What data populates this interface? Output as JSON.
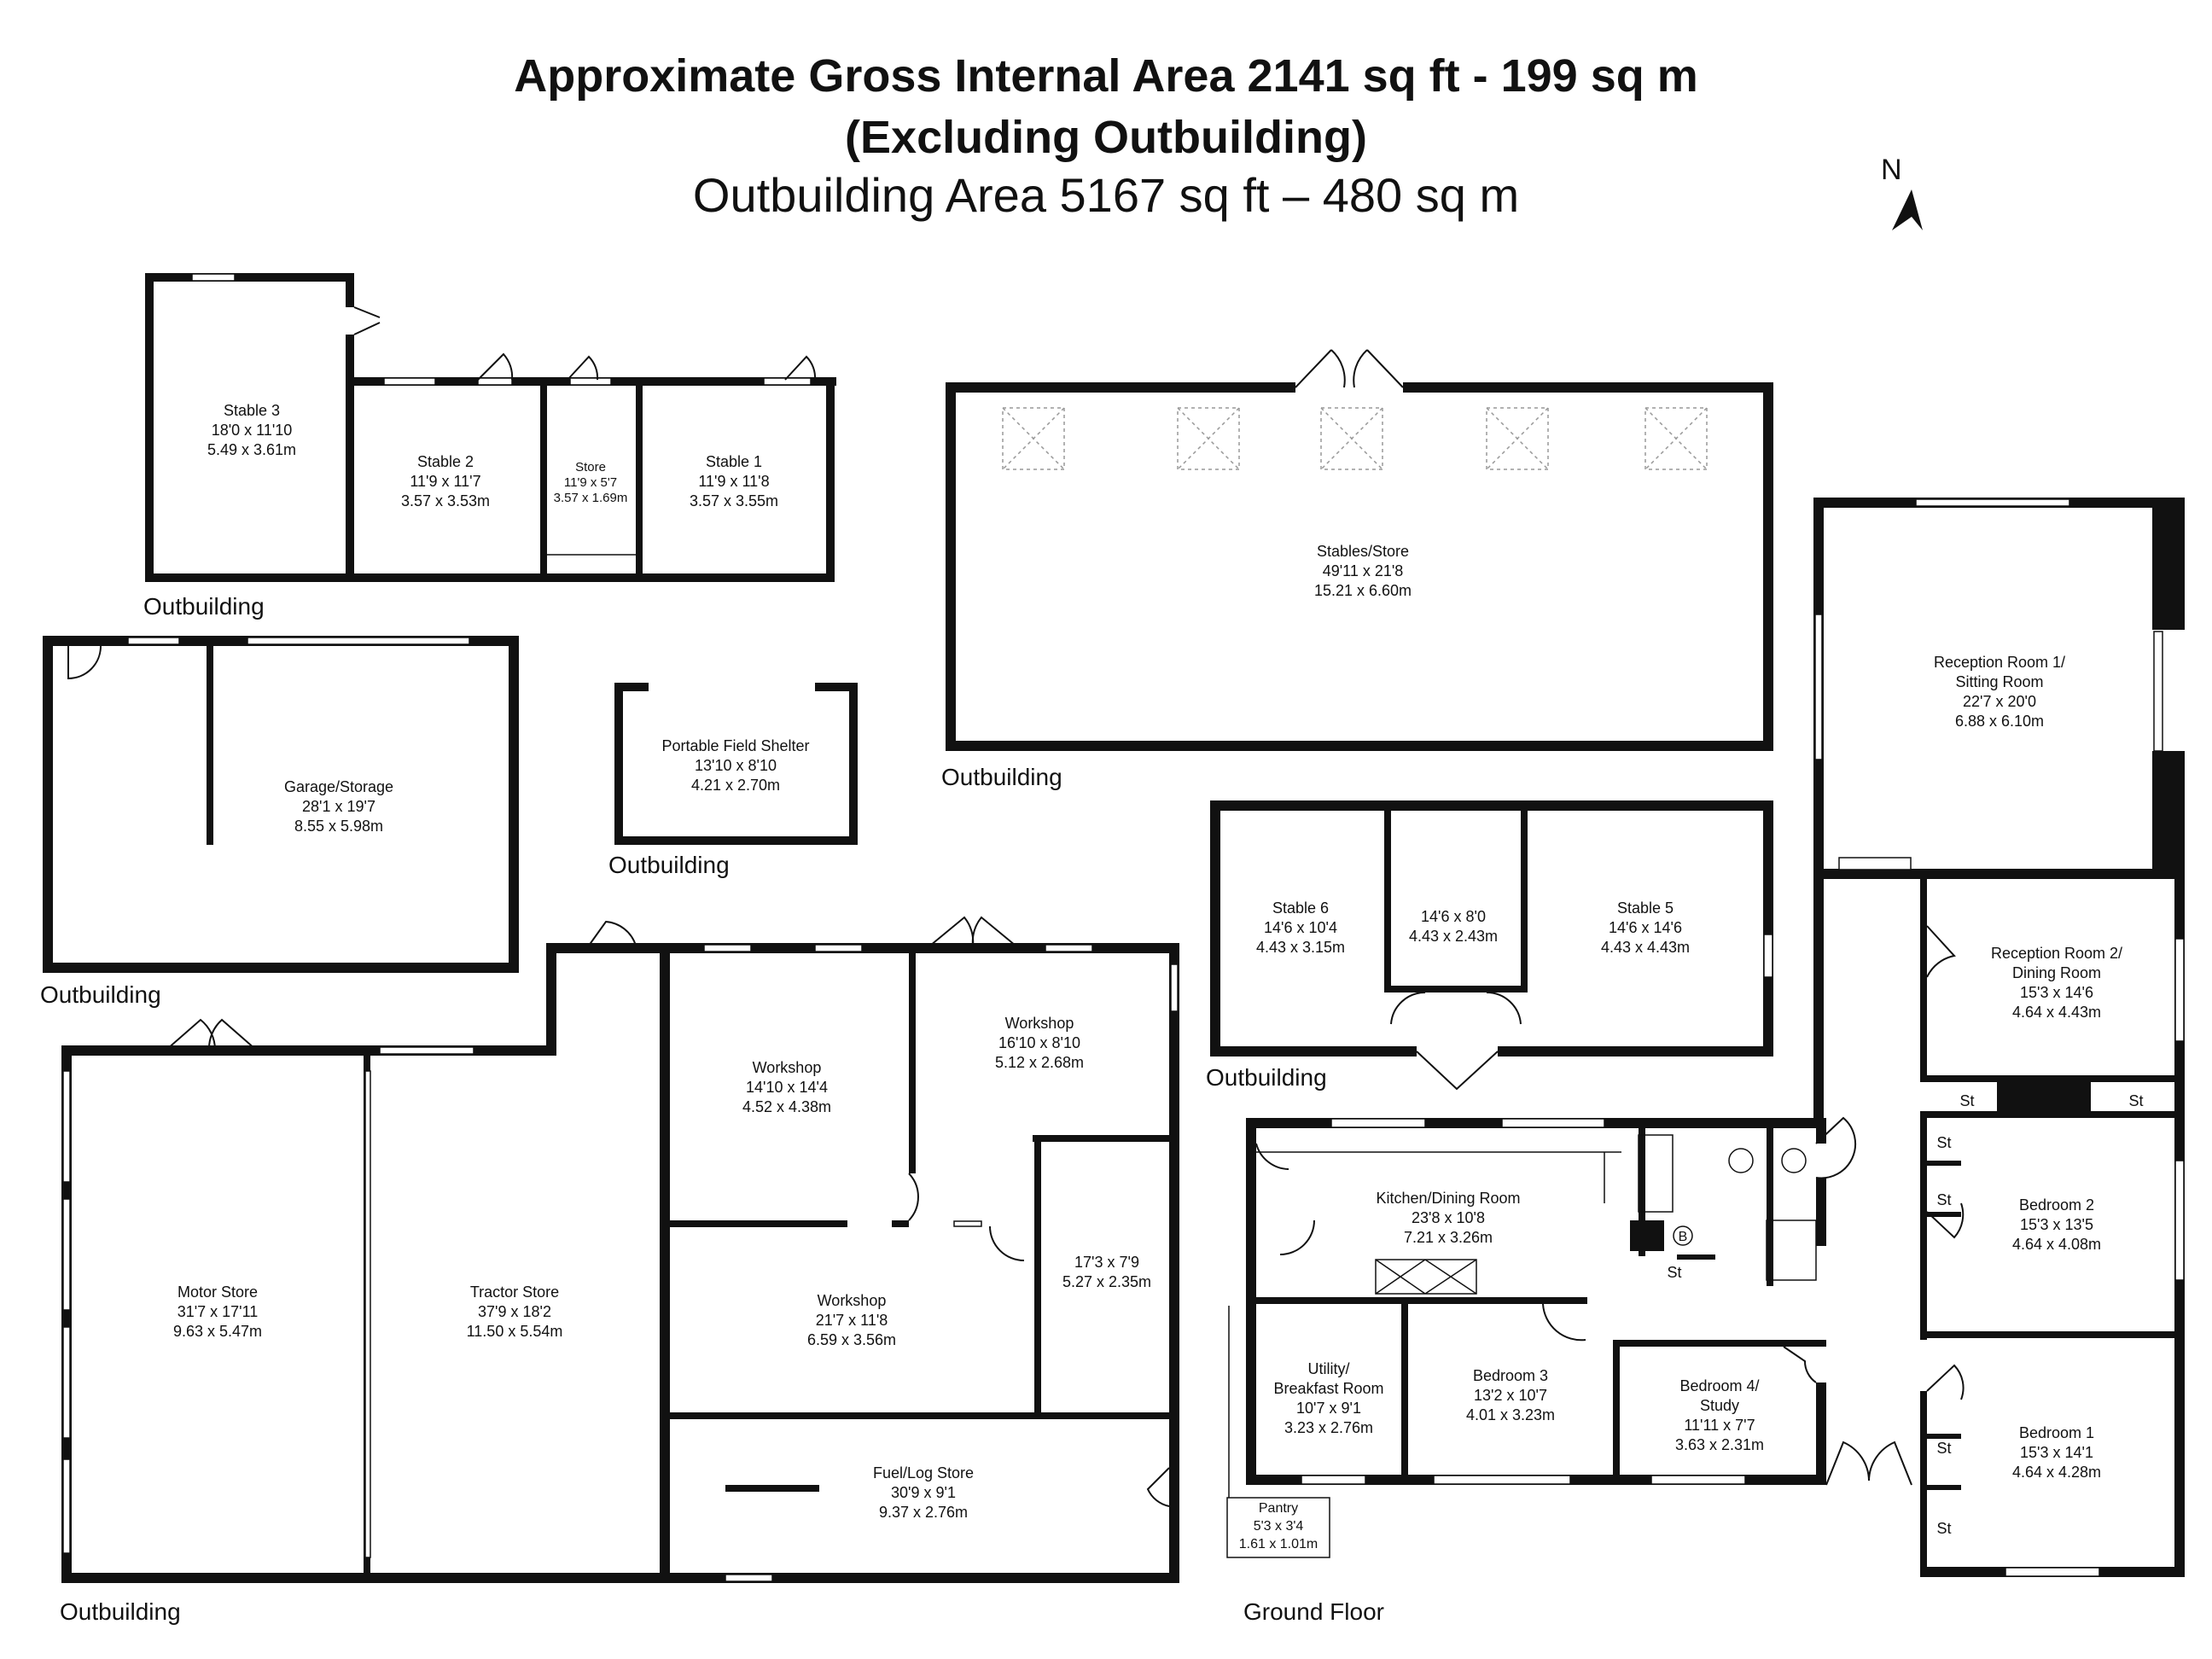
{
  "header": {
    "line1": "Approximate Gross Internal Area 2141 sq ft - 199 sq m",
    "line2": "(Excluding Outbuilding)",
    "line3": "Outbuilding Area 5167 sq ft – 480 sq m"
  },
  "compass": {
    "letter": "N",
    "icon": "north-arrow-icon"
  },
  "captions": {
    "outbuilding": "Outbuilding",
    "ground_floor": "Ground Floor"
  },
  "rooms": {
    "stable3": {
      "name": "Stable 3",
      "imperial": "18'0 x 11'10",
      "metric": "5.49 x 3.61m"
    },
    "stable2": {
      "name": "Stable 2",
      "imperial": "11'9 x 11'7",
      "metric": "3.57 x 3.53m"
    },
    "store_small": {
      "name": "Store",
      "imperial": "11'9 x 5'7",
      "metric": "3.57 x 1.69m"
    },
    "stable1": {
      "name": "Stable 1",
      "imperial": "11'9 x 11'8",
      "metric": "3.57 x 3.55m"
    },
    "stables_store": {
      "name": "Stables/Store",
      "imperial": "49'11 x 21'8",
      "metric": "15.21 x 6.60m"
    },
    "garage": {
      "name": "Garage/Storage",
      "imperial": "28'1 x 19'7",
      "metric": "8.55 x 5.98m"
    },
    "field_shelter": {
      "name": "Portable Field Shelter",
      "imperial": "13'10 x 8'10",
      "metric": "4.21 x 2.70m"
    },
    "stable6": {
      "name": "Stable 6",
      "imperial": "14'6 x 10'4",
      "metric": "4.43 x 3.15m"
    },
    "stable_mid": {
      "imperial": "14'6 x 8'0",
      "metric": "4.43 x 2.43m"
    },
    "stable5": {
      "name": "Stable 5",
      "imperial": "14'6 x 14'6",
      "metric": "4.43 x 4.43m"
    },
    "motor_store": {
      "name": "Motor Store",
      "imperial": "31'7 x 17'11",
      "metric": "9.63 x 5.47m"
    },
    "tractor_store": {
      "name": "Tractor Store",
      "imperial": "37'9 x 18'2",
      "metric": "11.50 x 5.54m"
    },
    "workshop_a": {
      "name": "Workshop",
      "imperial": "14'10 x 14'4",
      "metric": "4.52 x 4.38m"
    },
    "workshop_b": {
      "name": "Workshop",
      "imperial": "16'10 x 8'10",
      "metric": "5.12 x 2.68m"
    },
    "workshop_c": {
      "name": "Workshop",
      "imperial": "21'7 x 11'8",
      "metric": "6.59 x 3.56m"
    },
    "side_room": {
      "imperial": "17'3 x 7'9",
      "metric": "5.27 x 2.35m"
    },
    "fuel_store": {
      "name": "Fuel/Log Store",
      "imperial": "30'9 x 9'1",
      "metric": "9.37 x 2.76m"
    },
    "reception1": {
      "name": "Reception Room 1/",
      "name2": "Sitting Room",
      "imperial": "22'7 x 20'0",
      "metric": "6.88 x 6.10m"
    },
    "reception2": {
      "name": "Reception Room 2/",
      "name2": "Dining Room",
      "imperial": "15'3 x 14'6",
      "metric": "4.64 x 4.43m"
    },
    "kitchen": {
      "name": "Kitchen/Dining Room",
      "imperial": "23'8 x 10'8",
      "metric": "7.21 x 3.26m"
    },
    "bedroom2": {
      "name": "Bedroom 2",
      "imperial": "15'3 x 13'5",
      "metric": "4.64 x 4.08m"
    },
    "utility": {
      "name": "Utility/",
      "name2": "Breakfast Room",
      "imperial": "10'7 x 9'1",
      "metric": "3.23 x 2.76m"
    },
    "bedroom3": {
      "name": "Bedroom 3",
      "imperial": "13'2 x 10'7",
      "metric": "4.01 x 3.23m"
    },
    "bedroom4": {
      "name": "Bedroom 4/",
      "name2": "Study",
      "imperial": "11'11 x 7'7",
      "metric": "3.63 x 2.31m"
    },
    "bedroom1": {
      "name": "Bedroom 1",
      "imperial": "15'3 x 14'1",
      "metric": "4.64 x 4.28m"
    },
    "pantry": {
      "name": "Pantry",
      "imperial": "5'3 x 3'4",
      "metric": "1.61 x 1.01m"
    }
  },
  "markers": {
    "storage": "St",
    "boiler": "B"
  }
}
